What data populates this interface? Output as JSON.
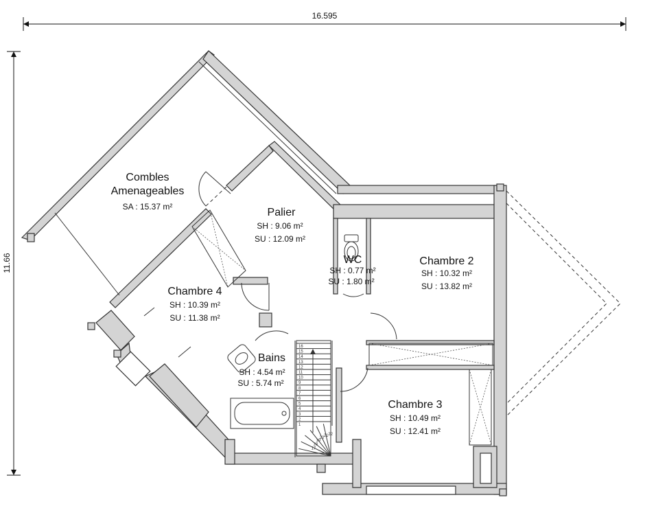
{
  "dimensions": {
    "width_label": "16.595",
    "height_label": "11.66"
  },
  "rooms": [
    {
      "id": "combles",
      "name_lines": [
        "Combles",
        "Amenageables"
      ],
      "areas": [
        "SA : 15.37 m²"
      ]
    },
    {
      "id": "palier",
      "name_lines": [
        "Palier"
      ],
      "areas": [
        "SH : 9.06 m²",
        "SU : 12.09 m²"
      ]
    },
    {
      "id": "wc",
      "name_lines": [
        "WC"
      ],
      "areas": [
        "SH : 0.77 m²",
        "SU : 1.80 m²"
      ]
    },
    {
      "id": "chambre2",
      "name_lines": [
        "Chambre 2"
      ],
      "areas": [
        "SH : 10.32 m²",
        "SU : 13.82 m²"
      ]
    },
    {
      "id": "chambre4",
      "name_lines": [
        "Chambre 4"
      ],
      "areas": [
        "SH : 10.39 m²",
        "SU : 11.38 m²"
      ]
    },
    {
      "id": "bains",
      "name_lines": [
        "Bains"
      ],
      "areas": [
        "SH : 4.54 m²",
        "SU : 5.74 m²"
      ]
    },
    {
      "id": "chambre3",
      "name_lines": [
        "Chambre 3"
      ],
      "areas": [
        "SH : 10.49 m²",
        "SU : 12.41 m²"
      ]
    }
  ],
  "stair_steps": [
    "16",
    "15",
    "14",
    "13",
    "12",
    "11",
    "10",
    "9",
    "8",
    "7",
    "6",
    "5",
    "4",
    "3",
    "2",
    "1"
  ],
  "stair_landing_steps": [
    "17",
    "18",
    "19",
    "20",
    "21",
    "22"
  ],
  "icons": [
    "wc-toilet-icon",
    "washbasin-icon",
    "bathtub-icon",
    "stair-icon"
  ],
  "colors": {
    "wall_fill": "#d4d4d4",
    "line": "#333333"
  }
}
